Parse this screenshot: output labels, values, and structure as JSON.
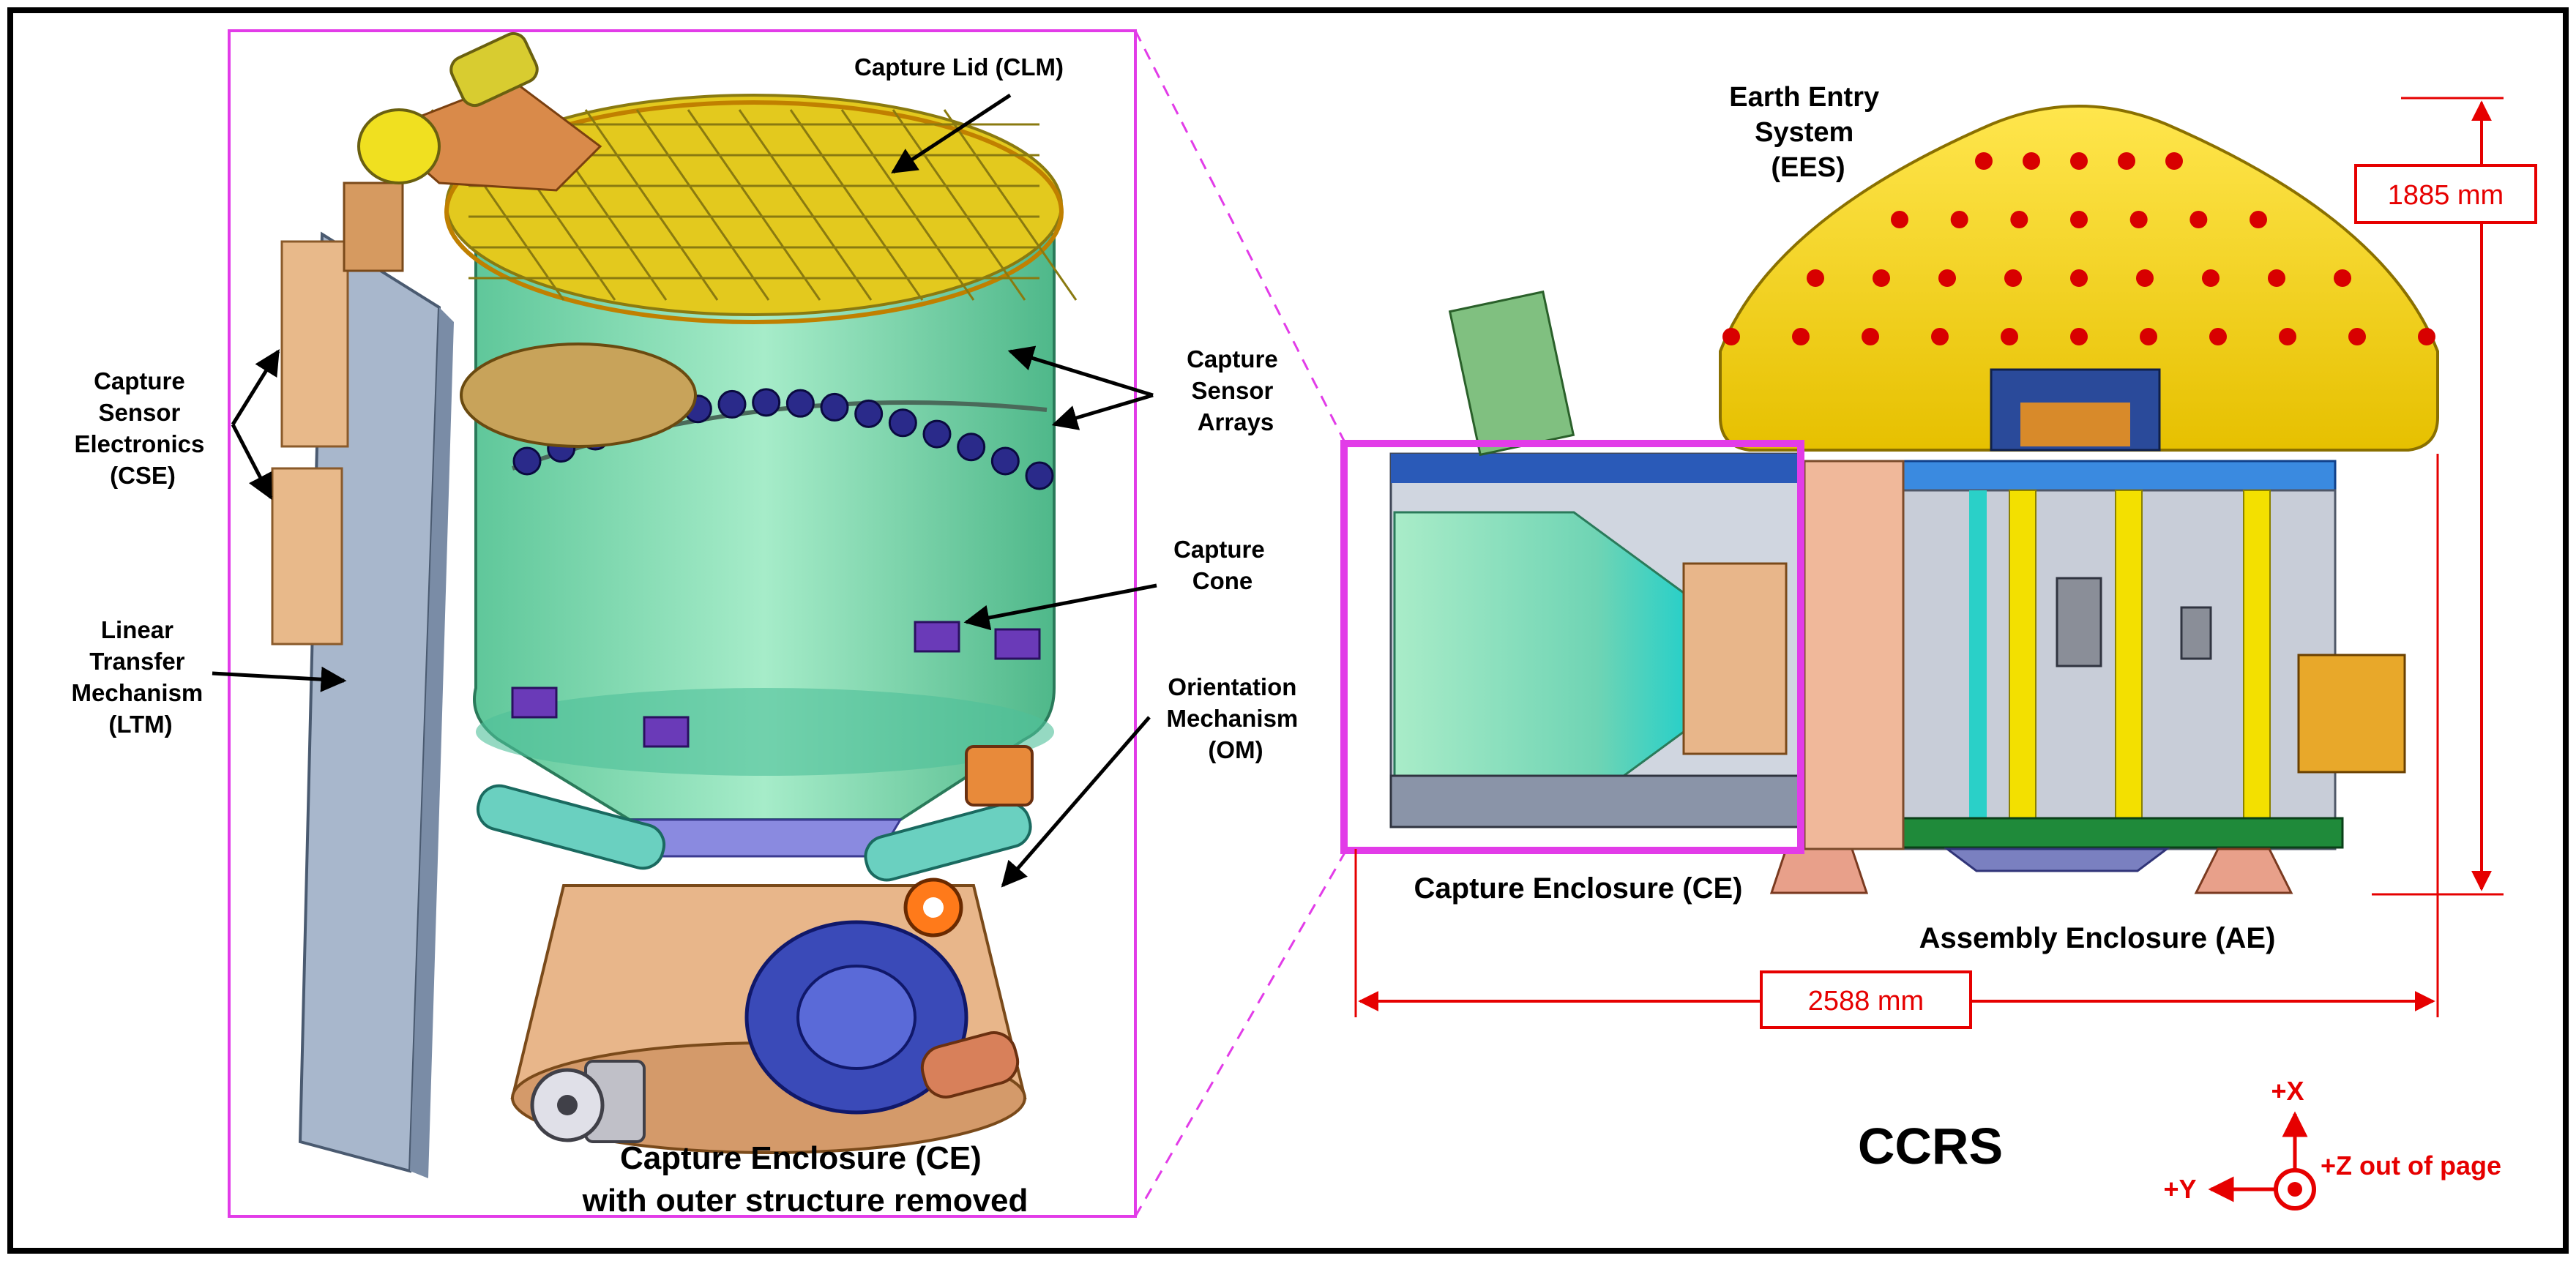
{
  "labels": {
    "capture_lid": "Capture Lid (CLM)",
    "capture_sensor_electronics": [
      "Capture",
      "Sensor",
      "Electronics",
      "(CSE)"
    ],
    "capture_sensor_arrays": [
      "Capture",
      "Sensor",
      "Arrays"
    ],
    "capture_cone": [
      "Capture",
      "Cone"
    ],
    "linear_transfer_mechanism": [
      "Linear",
      "Transfer",
      "Mechanism",
      "(LTM)"
    ],
    "orientation_mechanism": [
      "Orientation",
      "Mechanism",
      "(OM)"
    ],
    "ce_removed_caption": [
      "Capture Enclosure (CE)",
      "with outer structure removed"
    ],
    "earth_entry_system": [
      "Earth Entry",
      "System",
      "(EES)"
    ],
    "capture_enclosure": "Capture Enclosure (CE)",
    "assembly_enclosure": "Assembly Enclosure (AE)",
    "ccrs": "CCRS"
  },
  "dimensions": {
    "height": "1885 mm",
    "width": "2588 mm"
  },
  "axes": {
    "x": "+X",
    "y": "+Y",
    "z": "+Z out of page"
  },
  "colors": {
    "callout_magenta": "#e23ce8",
    "dimension_red": "#e60000",
    "ees_yellow": "#f5d800",
    "cone_green": "#7fd8b0",
    "ae_gray": "#c8cdd8"
  }
}
